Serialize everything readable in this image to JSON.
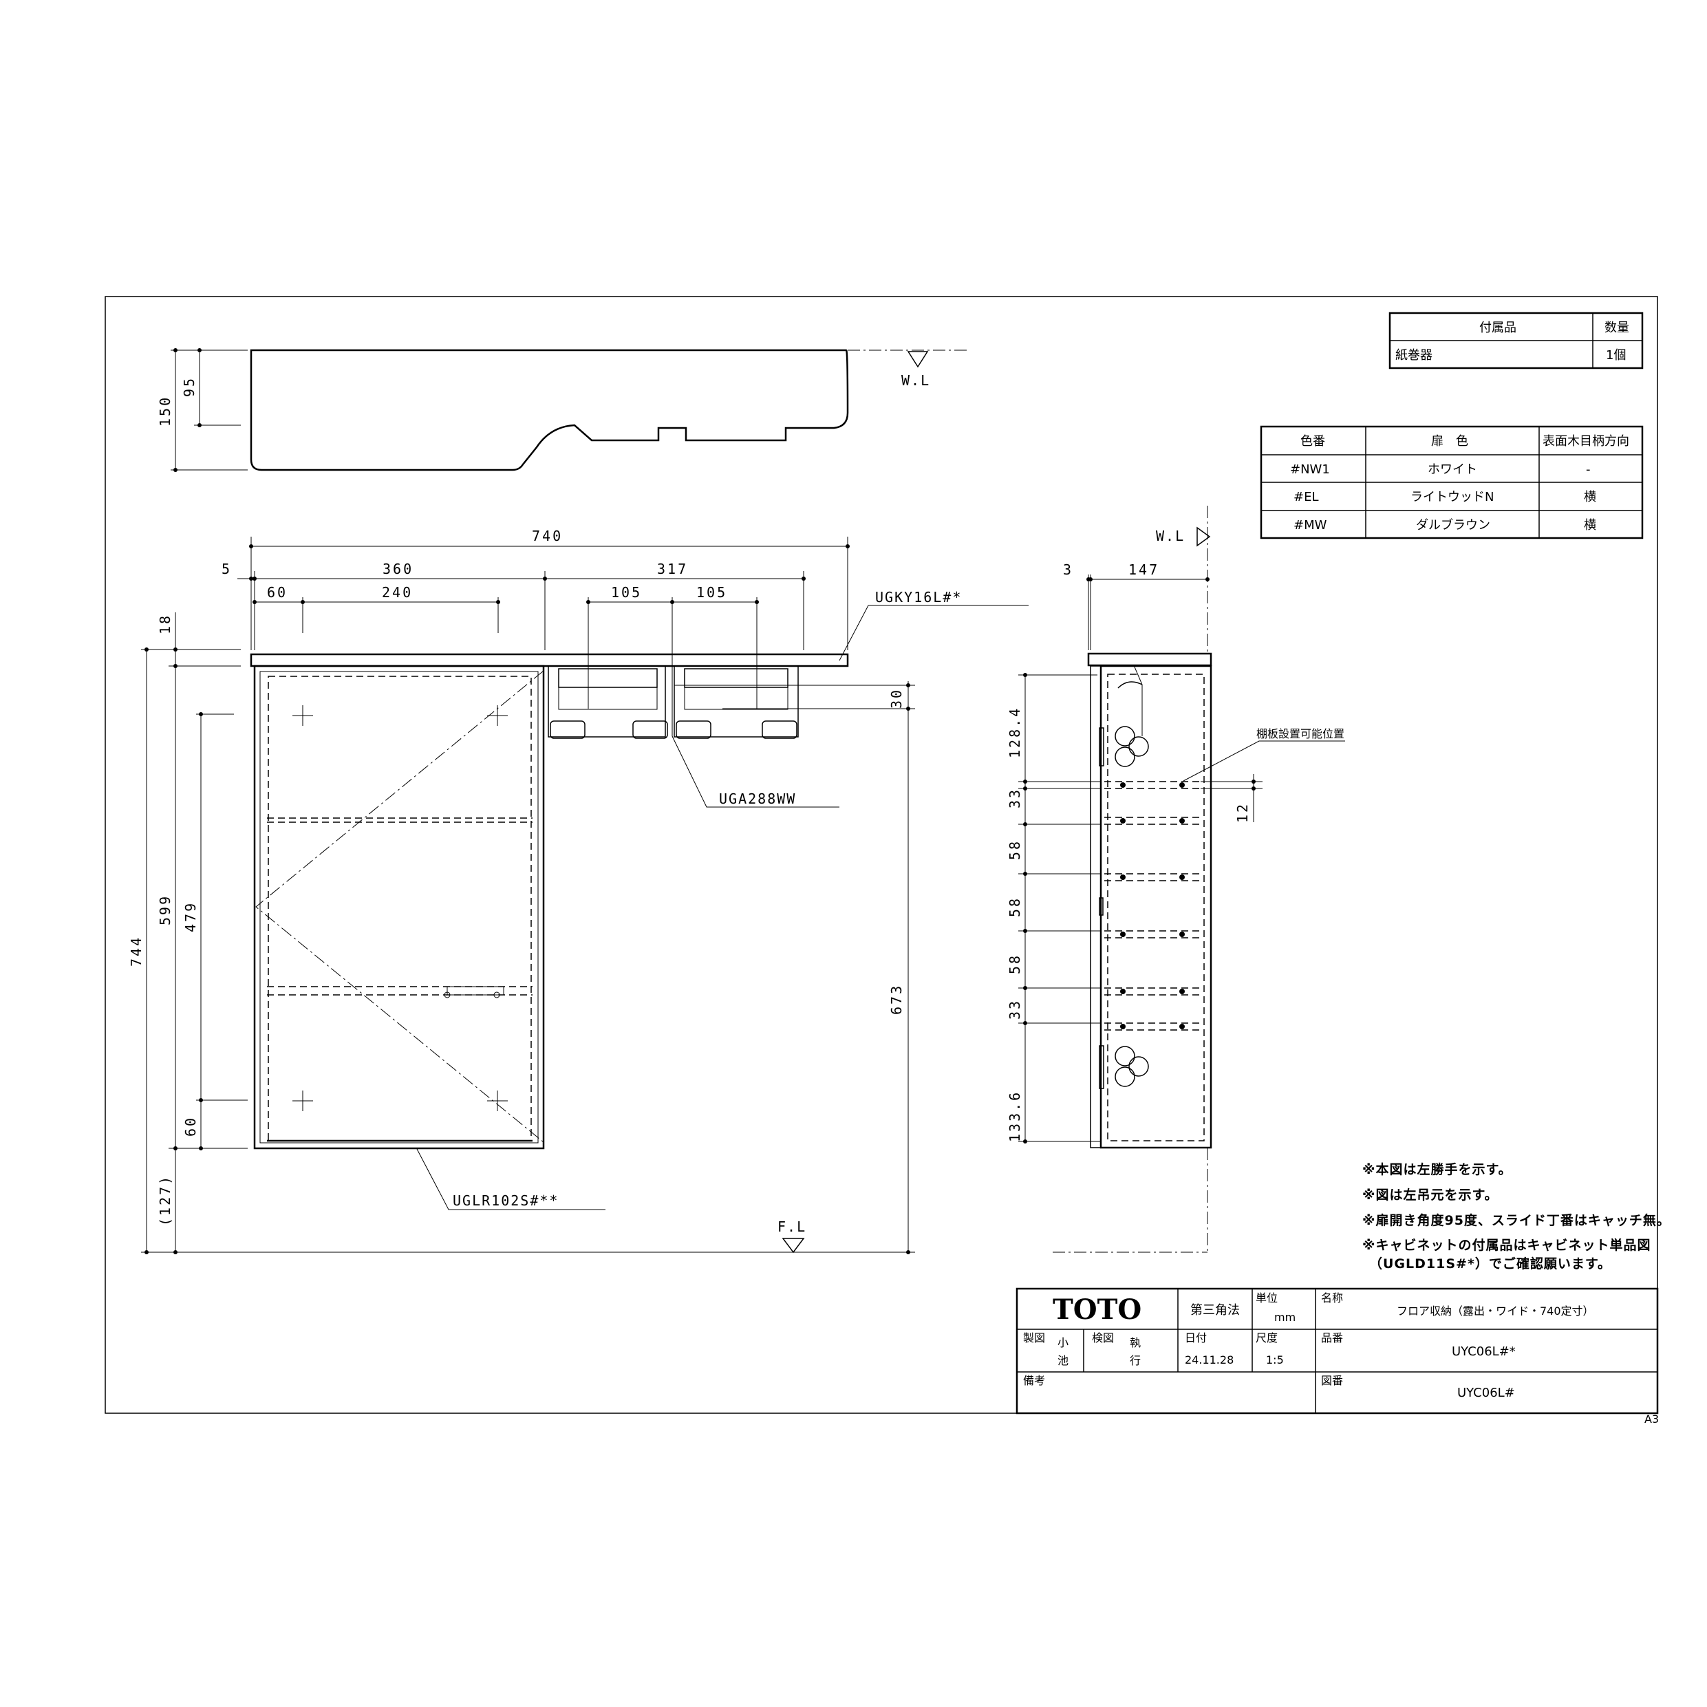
{
  "reference": {
    "wl": "W.L",
    "fl": "F.L"
  },
  "accessories_table": {
    "headers": [
      "付属品",
      "数量"
    ],
    "rows": [
      [
        "紙巻器",
        "1個"
      ]
    ]
  },
  "color_table": {
    "headers": [
      "色番",
      "扉　色",
      "表面木目柄方向"
    ],
    "rows": [
      [
        "#NW1",
        "ホワイト",
        "-"
      ],
      [
        "#EL",
        "ライトウッドN",
        "横"
      ],
      [
        "#MW",
        "ダルブラウン",
        "横"
      ]
    ]
  },
  "dimensions": {
    "top_view": [
      "150",
      "95"
    ],
    "front_horizontal": [
      "740",
      "5",
      "360",
      "317",
      "60",
      "240",
      "105",
      "105"
    ],
    "front_vertical": [
      "18",
      "744",
      "599",
      "479",
      "60",
      "(127)",
      "30",
      "673"
    ],
    "side_horizontal": [
      "3",
      "147"
    ],
    "side_vertical": [
      "128.4",
      "33",
      "58",
      "58",
      "58",
      "33",
      "133.6",
      "12"
    ]
  },
  "part_labels": {
    "counter": "UGKY16L#*",
    "paper_holder": "UGA288WW",
    "cabinet": "UGLR102S#**",
    "shelf_position": "棚板設置可能位置"
  },
  "notes": [
    "※本図は左勝手を示す。",
    "※図は左吊元を示す。",
    "※扉開き角度95度、スライド丁番はキャッチ無。",
    "※キャビネットの付属品はキャビネット単品図",
    "（UGLD11S#*）でご確認願います。"
  ],
  "title_block": {
    "logo": "TOTO",
    "projection": "第三角法",
    "unit_label": "単位",
    "unit": "mm",
    "name_label": "名称",
    "name": "フロア収納（露出・ワイド・740定寸）",
    "drawn_label": "製図",
    "drawn_by": [
      "小",
      "池"
    ],
    "checked_label": "検図",
    "checked_by": [
      "執",
      "行"
    ],
    "date_label": "日付",
    "date": "24.11.28",
    "scale_label": "尺度",
    "scale": "1:5",
    "product_label": "品番",
    "product": "UYC06L#*",
    "remarks_label": "備考",
    "drawing_no_label": "図番",
    "drawing_no": "UYC06L#",
    "sheet": "A3"
  }
}
